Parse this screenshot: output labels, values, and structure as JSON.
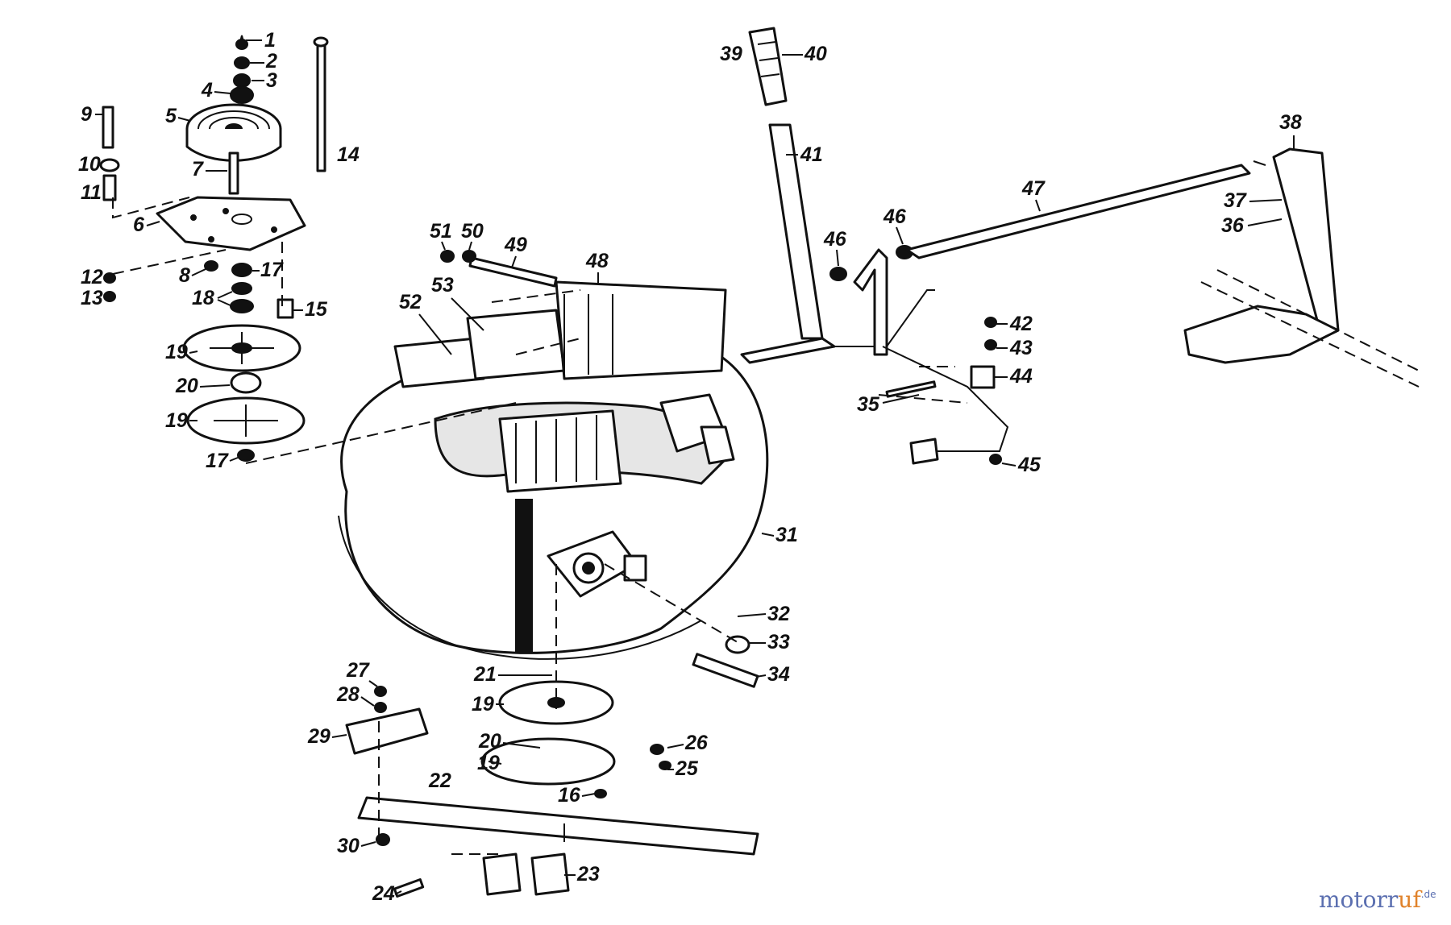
{
  "diagram": {
    "part_numbers": [
      "1",
      "2",
      "3",
      "4",
      "5",
      "6",
      "7",
      "8",
      "9",
      "10",
      "11",
      "12",
      "13",
      "14",
      "15",
      "16",
      "17",
      "17",
      "18",
      "19",
      "19",
      "19",
      "19",
      "20",
      "20",
      "21",
      "22",
      "23",
      "24",
      "25",
      "26",
      "27",
      "28",
      "29",
      "30",
      "31",
      "32",
      "33",
      "34",
      "35",
      "36",
      "37",
      "38",
      "39",
      "40",
      "41",
      "42",
      "43",
      "44",
      "45",
      "46",
      "46",
      "47",
      "48",
      "49",
      "50",
      "51",
      "52",
      "53"
    ]
  },
  "watermark": {
    "brand_a": "motor",
    "brand_b": "uf",
    "brand_c": "r",
    "suffix": ".de"
  }
}
